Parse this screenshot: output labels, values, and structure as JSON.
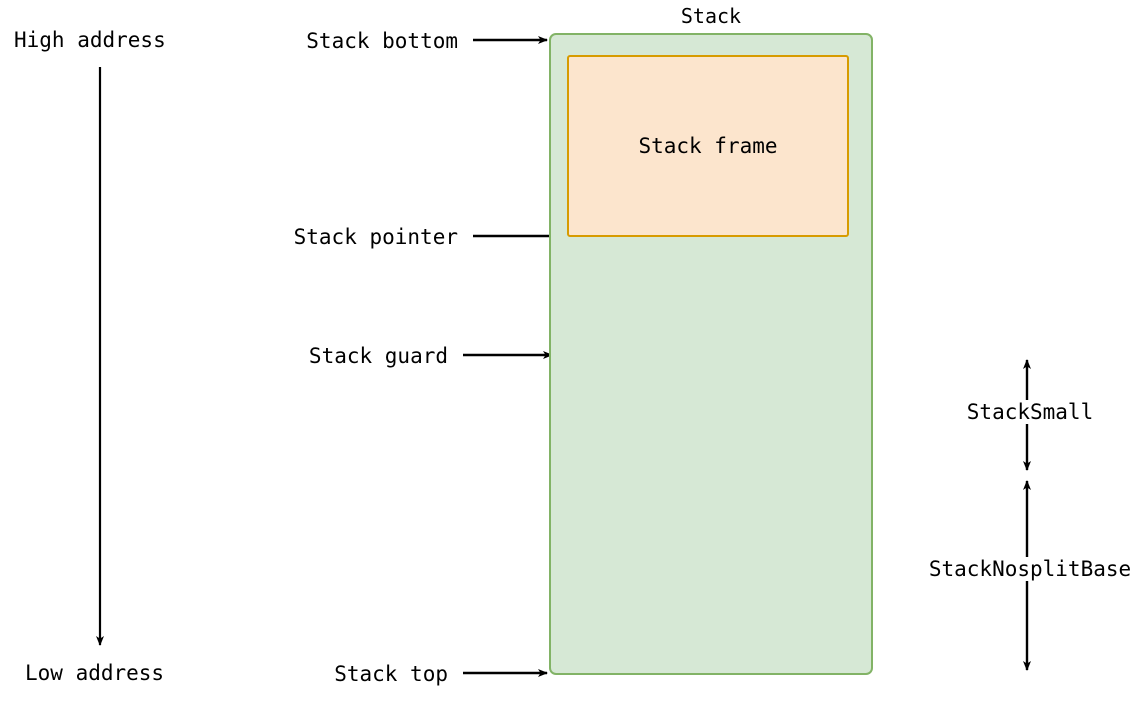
{
  "diagram": {
    "title": "Stack",
    "background_color": "#ffffff",
    "text_color": "#000000",
    "stack_box": {
      "label": "Stack",
      "fill": "#d6e8d5",
      "stroke": "#82b366"
    },
    "stack_frame_box": {
      "label": "Stack frame",
      "fill": "#fce5cd",
      "stroke": "#d79b00"
    },
    "address_axis": {
      "high_label": "High address",
      "low_label": "Low address",
      "direction": "downward"
    },
    "pointer_labels": [
      {
        "id": "stack-bottom",
        "label": "Stack bottom",
        "target": "top edge of stack box"
      },
      {
        "id": "stack-pointer",
        "label": "Stack pointer",
        "target": "bottom edge of stack frame"
      },
      {
        "id": "stack-guard",
        "label": "Stack guard",
        "target": "dashed guard line"
      },
      {
        "id": "stack-top",
        "label": "Stack top",
        "target": "bottom edge of stack box"
      }
    ],
    "guard_line": {
      "style": "dashed",
      "color": "#000000"
    },
    "range_markers": [
      {
        "id": "stack-small",
        "label": "StackSmall"
      },
      {
        "id": "stack-nosplit-base",
        "label": "StackNosplitBase"
      }
    ]
  }
}
